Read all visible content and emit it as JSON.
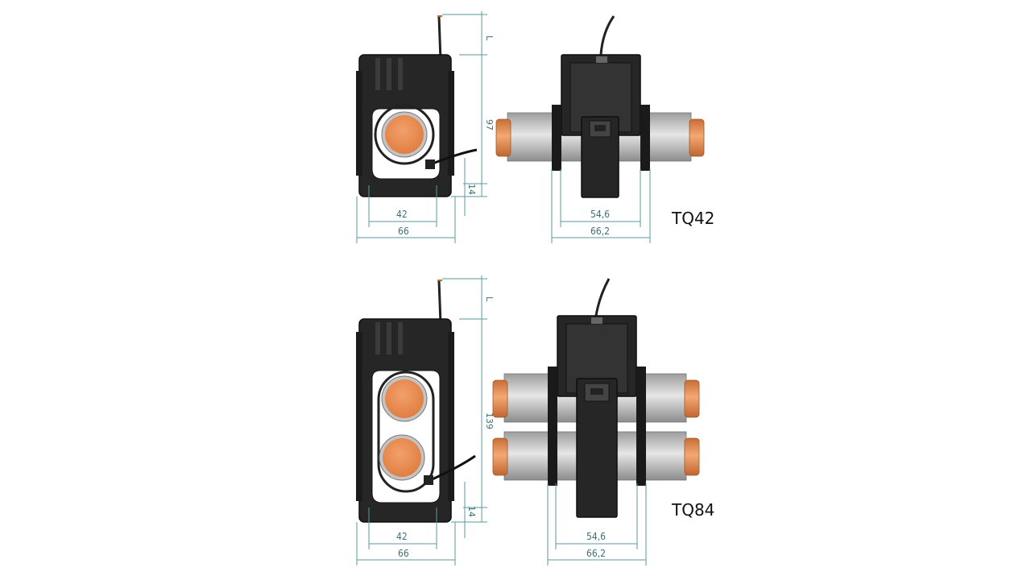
{
  "diagram": {
    "colors": {
      "housing": "#262626",
      "copper": "#e8925a",
      "insulation": "#b9b9b9",
      "dimension_line": "#5b9aa0"
    },
    "units": [
      {
        "model": "TQ42",
        "dim_L": "L",
        "dim_height": "97",
        "dim_bottom": "14",
        "dim_opening_width": "42",
        "dim_outer_width": "66",
        "dim_side_inner": "54,6",
        "dim_side_outer": "66,2"
      },
      {
        "model": "TQ84",
        "dim_L": "L",
        "dim_height": "139",
        "dim_bottom": "14",
        "dim_opening_width": "42",
        "dim_outer_width": "66",
        "dim_side_inner": "54,6",
        "dim_side_outer": "66,2"
      }
    ]
  }
}
